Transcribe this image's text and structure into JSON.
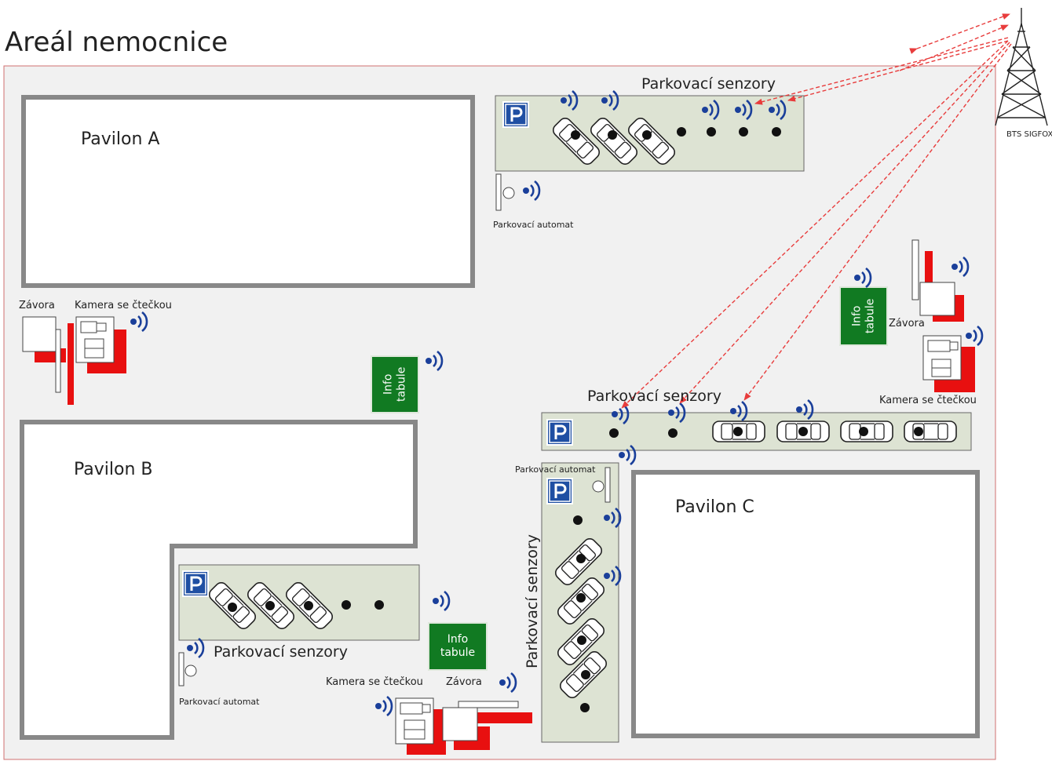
{
  "title": "Areál nemocnice",
  "tower": {
    "label": "BTS SIGFOX"
  },
  "pavilions": {
    "a": "Pavilon A",
    "b": "Pavilon B",
    "c": "Pavilon C"
  },
  "labels": {
    "sensors_top": "Parkovací senzory",
    "sensors_mid": "Parkovací senzory",
    "sensors_left": "Parkovací senzory",
    "sensors_vertical": "Parkovací senzory",
    "automat_top": "Parkovací automat",
    "automat_left": "Parkovací automat",
    "automat_mid": "Parkovací automat",
    "zavora_left": "Závora",
    "kamera_left": "Kamera se čtečkou",
    "zavora_right": "Závora",
    "kamera_right": "Kamera se čtečkou",
    "kamera_bottom": "Kamera se čtečkou",
    "zavora_bottom": "Závora"
  },
  "info": {
    "line1": "Info",
    "line2": "tabule"
  },
  "parking_symbol": "P",
  "colors": {
    "parking_area": "#dde3d3",
    "parking_sign": "#1f4fa3",
    "info_board": "#117a22",
    "barrier": "#e81010",
    "signal": "#1a3f9a",
    "arrow": "#e83c3c"
  }
}
